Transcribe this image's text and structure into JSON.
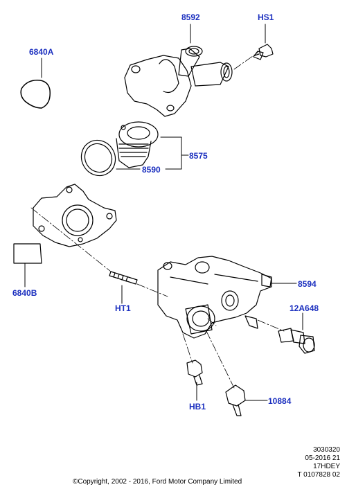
{
  "parts": {
    "p8592": "8592",
    "hs1": "HS1",
    "p6840a": "6840A",
    "p8575": "8575",
    "p8590": "8590",
    "p6840b": "6840B",
    "p8594": "8594",
    "ht1": "HT1",
    "p12a648": "12A648",
    "p10884": "10884",
    "hb1": "HB1"
  },
  "meta": {
    "line1": "3030320",
    "line2": "05-2016 21",
    "line3": "17HDEY",
    "line4": "T 0107828 02"
  },
  "copyright": "©Copyright, 2002 - 2016, Ford Motor Company Limited",
  "colors": {
    "callout": "#1b2fbf",
    "line": "#000000"
  }
}
